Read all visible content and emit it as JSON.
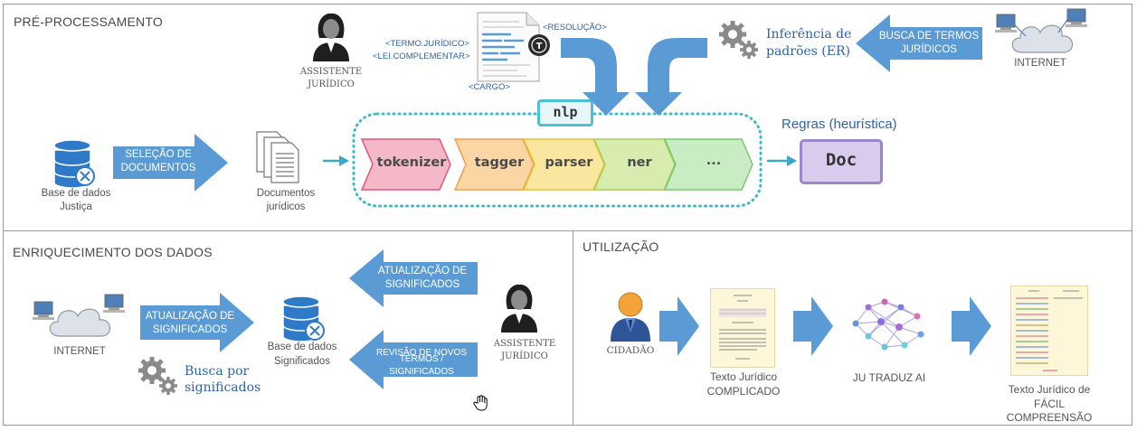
{
  "panels": {
    "pre": {
      "title": "PRÉ-PROCESSAMENTO"
    },
    "enr": {
      "title": "ENRIQUECIMENTO DOS DADOS"
    },
    "uti": {
      "title": "UTILIZAÇÃO"
    }
  },
  "pre": {
    "db_label_1": "Base de dados",
    "db_label_2": "Justiça",
    "selecao_1": "SELEÇÃO DE",
    "selecao_2": "DOCUMENTOS",
    "docs_label_1": "Documentos",
    "docs_label_2": "jurídicos",
    "assistant_1": "ASSISTENTE",
    "assistant_2": "JURÍDICO",
    "tag_termo": "<TERMO.JURÍDICO>",
    "tag_lei": "<LEI.COMPLEMENTAR>",
    "tag_resolucao": "<RESOLUÇÃO>",
    "tag_cargo": "<CARGO>",
    "inferencia_1": "Inferência de",
    "inferencia_2": "padrões (ER)",
    "busca_1": "BUSCA DE TERMOS",
    "busca_2": "JURÍDICOS",
    "internet": "INTERNET",
    "nlp": "nlp",
    "stages": [
      "tokenizer",
      "tagger",
      "parser",
      "ner",
      "..."
    ],
    "regras": "Regras (heurística)",
    "doc": "Doc"
  },
  "enr": {
    "internet": "INTERNET",
    "atual_left_1": "ATUALIZAÇÃO DE",
    "atual_left_2": "SIGNIFICADOS",
    "db_label_1": "Base de dados",
    "db_label_2": "Significados",
    "atual_right_1": "ATUALIZAÇÃO DE",
    "atual_right_2": "SIGNIFICADOS",
    "revisao_1": "REVISÃO DE NOVOS",
    "revisao_2": "TERMOS / SIGNIFICADOS",
    "assistant_1": "ASSISTENTE",
    "assistant_2": "JURÍDICO",
    "busca_1": "Busca por",
    "busca_2": "significados"
  },
  "uti": {
    "cidadao": "CIDADÃO",
    "texto_comp_1": "Texto Jurídico",
    "texto_comp_2": "COMPLICADO",
    "ju_traduz": "JU TRADUZ AI",
    "texto_facil_1": "Texto Jurídico de",
    "texto_facil_2": "FÁCIL COMPREENSÃO"
  },
  "colors": {
    "arrow_blue": "#5b9bd5",
    "tokenizer": "#f4b8c8",
    "tagger": "#fcd5a5",
    "parser": "#f9e79f",
    "ner": "#d9ecb0",
    "ellipsis": "#c9ecc5",
    "doc_bg": "#d8cbed",
    "nlp_border": "#4bc1d2",
    "text_blue": "#2e63a8"
  },
  "icons": [
    "database-x-icon",
    "documents-icon",
    "assistant-person-icon",
    "annotated-document-icon",
    "gears-icon",
    "cloud-network-icon",
    "citizen-icon",
    "neural-network-icon",
    "hand-cursor-icon"
  ]
}
